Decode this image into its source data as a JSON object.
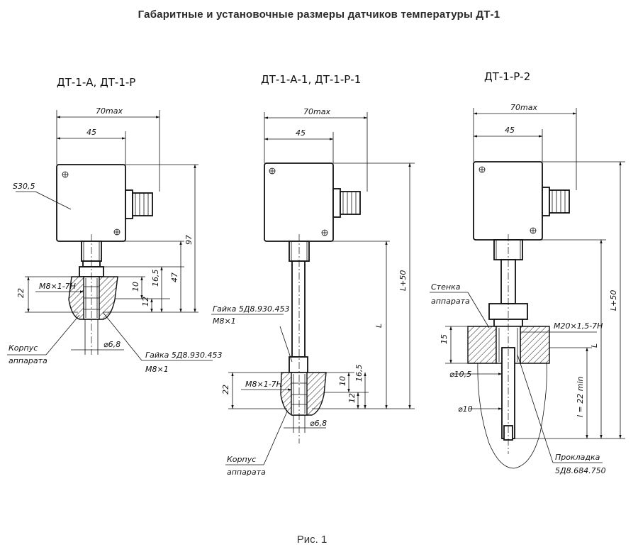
{
  "title": "Габаритные и установочные размеры датчиков температуры ДТ-1",
  "caption": "Рис. 1",
  "variants": [
    {
      "heading": "ДТ-1-А, ДТ-1-Р",
      "dims": {
        "width_max": "70max",
        "w45": "45",
        "s": "S30,5",
        "h97": "97",
        "h47": "47",
        "h16_5": "16,5",
        "h10": "10",
        "h12": "12",
        "h22": "22",
        "thread": "М8×1-7Н",
        "dia": "⌀6,8"
      },
      "labels": {
        "housing_1": "Корпус",
        "housing_2": "аппарата",
        "nut_1": "Гайка 5Д8.930.453",
        "nut_2": "М8×1"
      }
    },
    {
      "heading": "ДТ-1-А-1, ДТ-1-Р-1",
      "dims": {
        "width_max": "70max",
        "w45": "45",
        "h_total": "L+50",
        "h_L": "L",
        "h16_5": "16,5",
        "h10": "10",
        "h12": "12",
        "h22": "22",
        "thread": "М8×1-7Н",
        "dia": "⌀6,8"
      },
      "labels": {
        "nut_1": "Гайка 5Д8.930.453",
        "nut_2": "М8×1",
        "housing_1": "Корпус",
        "housing_2": "аппарата"
      }
    },
    {
      "heading": "ДТ-1-Р-2",
      "dims": {
        "width_max": "70max",
        "w45": "45",
        "h_total": "L+50",
        "h_L": "L",
        "h15": "15",
        "thread": "М20×1,5-7Н",
        "dia10_5": "⌀10,5",
        "dia10": "⌀10",
        "l22": "l = 22 min"
      },
      "labels": {
        "wall_1": "Стенка",
        "wall_2": "аппарата",
        "gasket_1": "Прокладка",
        "gasket_2": "5Д8.684.750"
      }
    }
  ]
}
